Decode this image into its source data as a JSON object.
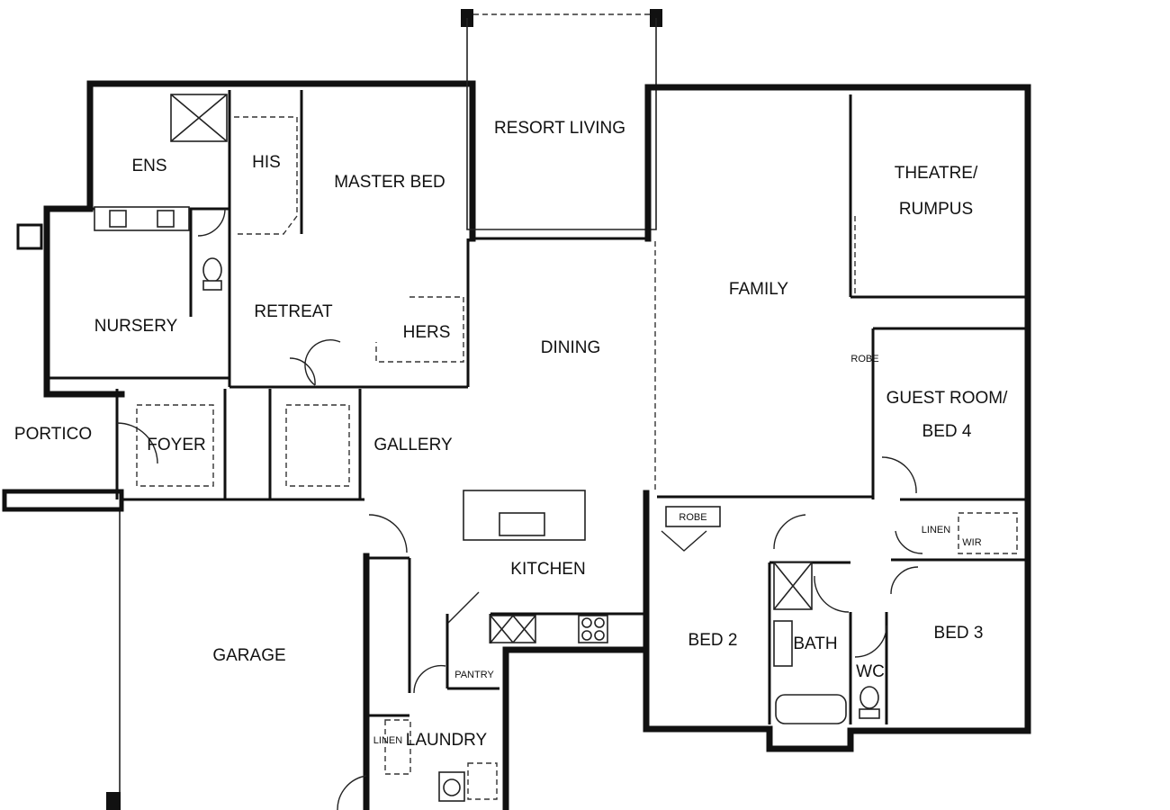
{
  "rooms": {
    "resort_living": "RESORT LIVING",
    "ens": "ENS",
    "his": "HIS",
    "master_bed": "MASTER BED",
    "theatre_line1": "THEATRE/",
    "theatre_line2": "RUMPUS",
    "family": "FAMILY",
    "nursery": "NURSERY",
    "retreat": "RETREAT",
    "hers": "HERS",
    "dining": "DINING",
    "robe_small": "ROBE",
    "guest_line1": "GUEST ROOM/",
    "guest_line2": "BED 4",
    "portico": "PORTICO",
    "foyer": "FOYER",
    "gallery": "GALLERY",
    "robe": "ROBE",
    "linen": "LINEN",
    "wir": "WIR",
    "kitchen": "KITCHEN",
    "garage": "GARAGE",
    "bed2": "BED 2",
    "bath": "BATH",
    "bed3": "BED 3",
    "wc": "WC",
    "pantry": "PANTRY",
    "laundry_linen": "LINEN",
    "laundry": "LAUNDRY"
  }
}
